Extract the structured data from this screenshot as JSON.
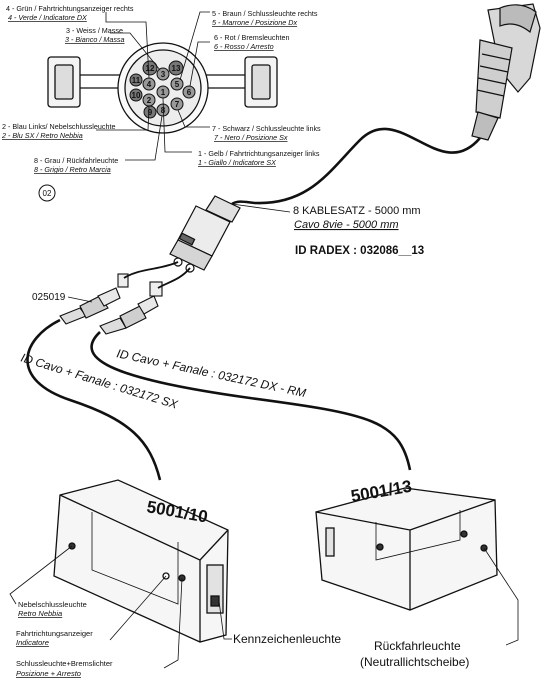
{
  "pin_labels": {
    "p4_de": "4 - Grün / Fahrtrichtungsanzeiger rechts",
    "p4_it": "4 - Verde  / Indicatore DX",
    "p3_de": "3 - Weiss / Masse",
    "p3_it": "3 - Bianco / Massa",
    "p5_de": "5 - Braun / Schlussleuchte rechts",
    "p5_it": "5 - Marrone / Posizione Dx",
    "p6_de": "6 - Rot / Bremsleuchten",
    "p6_it": "6 - Rosso / Arresto",
    "p2_de": "2 - Blau Links/ Nebelschlussleuchte",
    "p2_it": "2 - Blu SX / Retro Nebbia",
    "p7_de": "7 - Schwarz / Schlussleuchte links",
    "p7_it": "7 - Nero / Posizione Sx",
    "p1_de": "1 - Gelb / Fahrtrichtungsanzeiger links",
    "p1_it": "1 - Giallo / Indicatore SX",
    "p8_de": "8 - Grau / Rückfahrleuchte",
    "p8_it": "8 - Grigio / Retro Marcia"
  },
  "socket_pins": [
    "12",
    "13",
    "3",
    "4",
    "5",
    "11",
    "6",
    "10",
    "2",
    "1",
    "9",
    "8",
    "7"
  ],
  "badge": "02",
  "cable": {
    "line1": "8 KABLESATZ  - 5000 mm",
    "line2": "Cavo 8vie  - 5000 mm",
    "id": "ID RADEX : 032086__13"
  },
  "connector_code": "025019",
  "cavo_dx": "ID Cavo + Fanale :  032172 DX - RM",
  "cavo_sx": "ID Cavo + Fanale :  032172 SX",
  "lamps": {
    "left_code": "5001/10",
    "right_code": "5001/13",
    "nebel_de": "Nebelschlussleuchte",
    "nebel_it": "Retro Nebbia",
    "fahrt_de": "Fahrtrichtungsanzeiger",
    "fahrt_it": "Indicatore",
    "schluss_de": "Schlussleuchte+Bremslichter",
    "schluss_it": "Posizione + Arresto",
    "kennzeichen": "Kennzeichenleuchte",
    "rueck_1": "Rückfahrleuchte",
    "rueck_2": "(Neutrallichtscheibe)"
  },
  "colors": {
    "ink": "#111111",
    "paper": "#ffffff"
  }
}
